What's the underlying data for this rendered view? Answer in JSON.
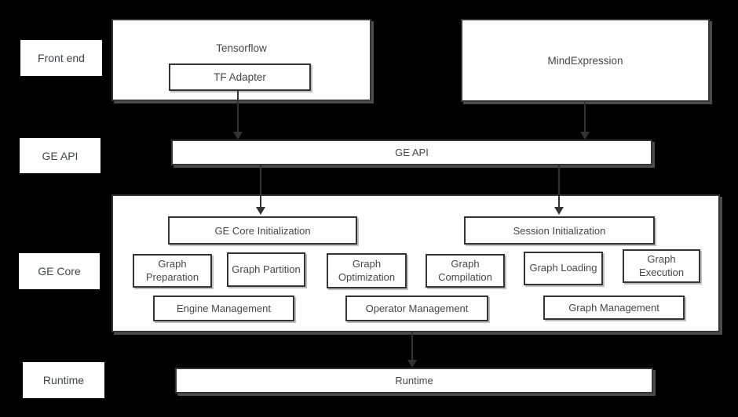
{
  "diagram": {
    "side_labels": {
      "front_end": "Front end",
      "ge_api": "GE API",
      "ge_core": "GE Core",
      "runtime": "Runtime"
    },
    "front_end": {
      "tensorflow_title": "Tensorflow",
      "tf_adapter": "TF Adapter",
      "mindexpression_title": "MindExpression"
    },
    "ge_api_bar_label": "GE API",
    "ge_core": {
      "core_initialization": "GE Core Initialization",
      "session_initialization": "Session Initialization",
      "stage_boxes": [
        "Graph Preparation",
        "Graph Partition",
        "Graph Optimization",
        "Graph Compilation",
        "Graph Loading",
        "Graph Execution"
      ],
      "management_boxes": [
        "Engine Management",
        "Operator Management",
        "Graph Management"
      ]
    },
    "runtime_bar_label": "Runtime",
    "colors": {
      "background": "#000000",
      "box_fill": "#ffffff",
      "box_border": "#343434",
      "text": "#474747",
      "arrow": "#333333"
    }
  }
}
